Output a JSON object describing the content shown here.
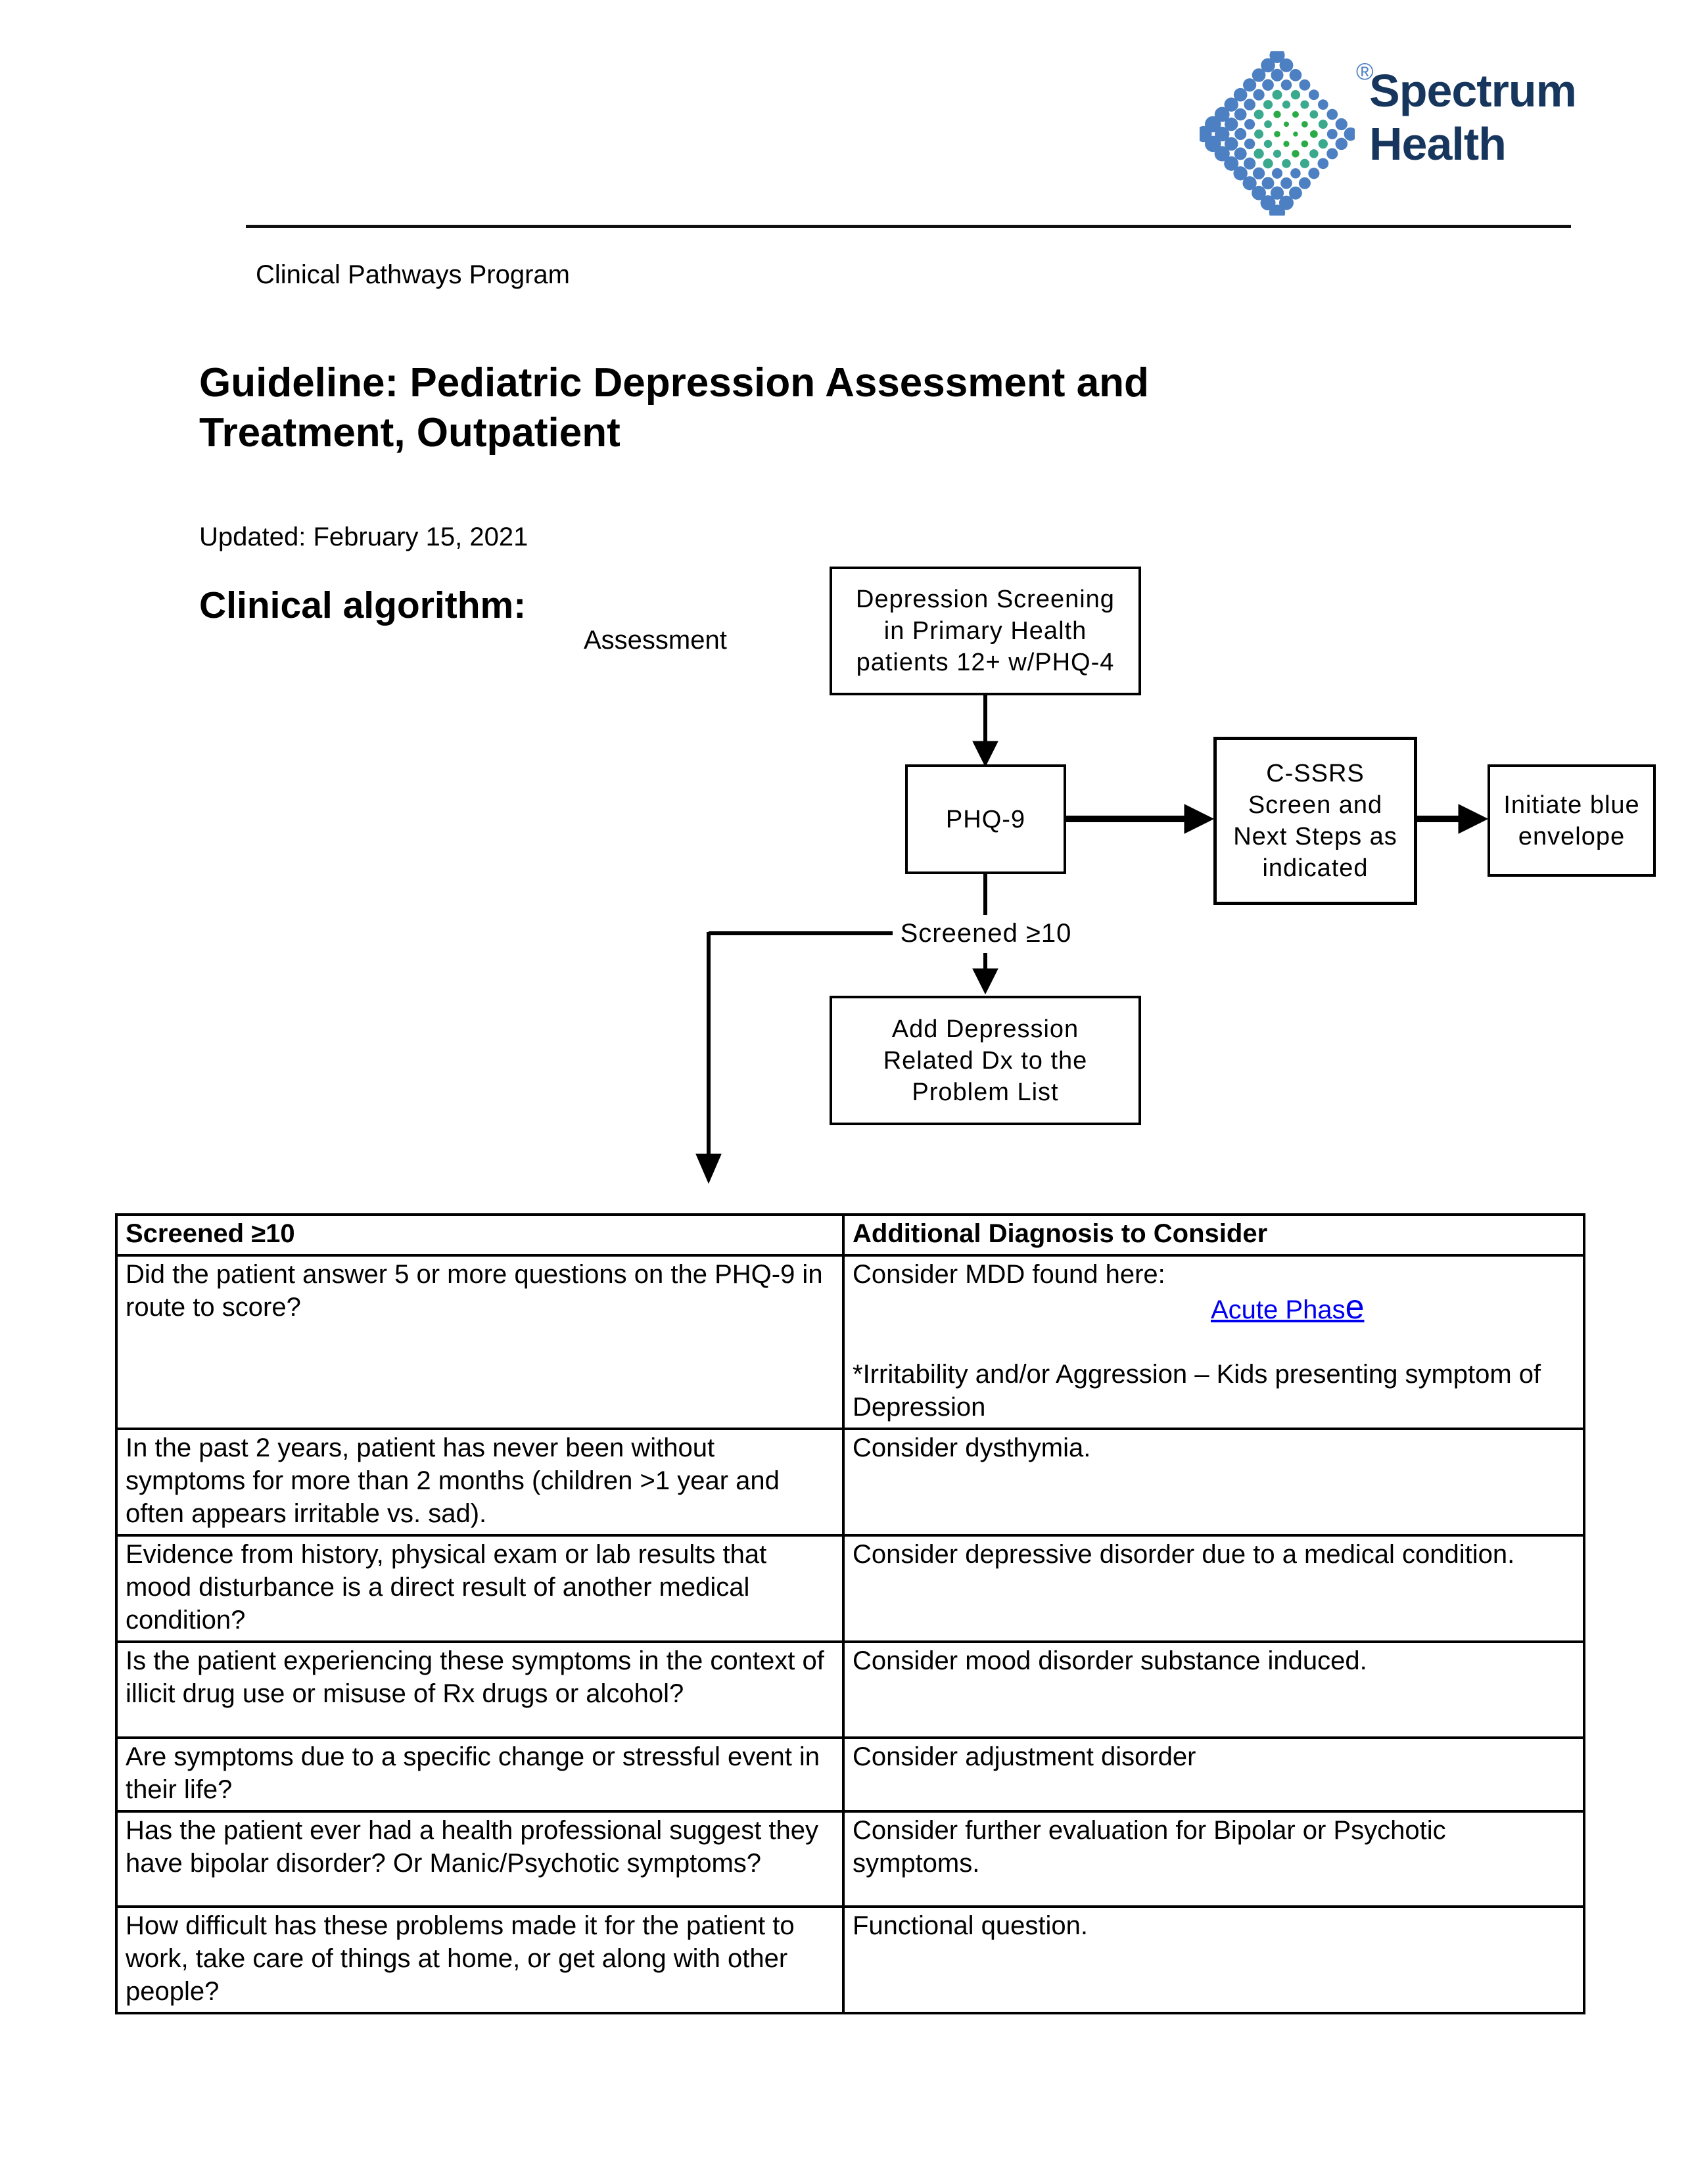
{
  "page": {
    "program": "Clinical Pathways Program",
    "title_line1": "Guideline: Pediatric Depression Assessment and",
    "title_line2": "Treatment, Outpatient",
    "updated": "Updated: February 15, 2021",
    "section_heading": "Clinical algorithm:",
    "stage_label": "Assessment"
  },
  "logo": {
    "brand_line1": "Spectrum",
    "brand_line2": "Health",
    "registered_mark": "®",
    "colors": {
      "navy": "#17365d",
      "blue": "#4d80c2",
      "teal": "#3aa98e",
      "green": "#2aab47"
    }
  },
  "flowchart": {
    "boxes": {
      "screening": "Depression Screening\nin Primary Health\npatients 12+ w/PHQ-4",
      "phq9": "PHQ-9",
      "cssrs": "C-SSRS\nScreen and\nNext Steps as\nindicated",
      "envelope": "Initiate blue\nenvelope",
      "add_dx": "Add Depression\nRelated Dx to the\nProblem List"
    },
    "branch_label": "Screened ≥10"
  },
  "table": {
    "headers": [
      "Screened ≥10",
      "Additional Diagnosis to Consider"
    ],
    "rows": [
      {
        "question": "Did the patient answer 5 or more questions on the PHQ-9 in route to score?",
        "answer_intro": "Consider MDD found here:",
        "link_label": "Acute Phas",
        "link_label_tail": "e",
        "note": "*Irritability and/or Aggression – Kids presenting symptom of Depression"
      },
      {
        "question": "In the past 2 years, patient has never been without symptoms for more than 2 months (children >1 year and often appears irritable vs. sad).",
        "answer": "Consider dysthymia."
      },
      {
        "question": "Evidence from history, physical exam or lab results that mood disturbance is a direct result of another medical condition?",
        "answer": "Consider depressive disorder due to a medical condition."
      },
      {
        "question": "Is the patient experiencing these symptoms in the context of illicit drug use or misuse of Rx drugs or alcohol?",
        "answer": "Consider mood disorder substance induced."
      },
      {
        "question": "Are symptoms due to a specific change or stressful event in their life?",
        "answer": "Consider adjustment disorder"
      },
      {
        "question": "Has the patient ever had a health professional suggest they have bipolar disorder? Or Manic/Psychotic symptoms?",
        "answer": "Consider further evaluation for Bipolar or Psychotic symptoms."
      },
      {
        "question": "How difficult has these problems made it for the patient to work, take care of things at home, or get along with other people?",
        "answer": "Functional question."
      }
    ]
  }
}
